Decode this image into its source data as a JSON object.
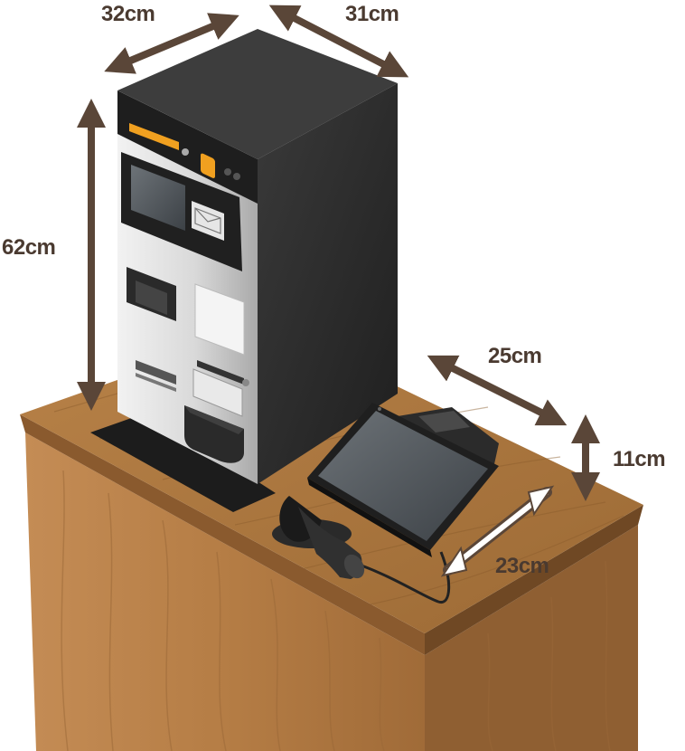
{
  "dimensions": {
    "machine_width": "32cm",
    "machine_depth": "31cm",
    "machine_height": "62cm",
    "tablet_width": "25cm",
    "tablet_height": "11cm",
    "tablet_depth": "23cm"
  },
  "colors": {
    "arrow": "#5a4638",
    "label": "#4a3a30",
    "wood_top": "#a9773f",
    "wood_front": "#b9854b",
    "machine_body": "#2c2c2c",
    "machine_face": "#dcdcdc",
    "coin_accent": "#f0a020"
  },
  "icons": {
    "machine": "payment-kiosk",
    "tablet": "pos-tablet",
    "scanner": "barcode-scanner",
    "counter": "wooden-counter"
  }
}
